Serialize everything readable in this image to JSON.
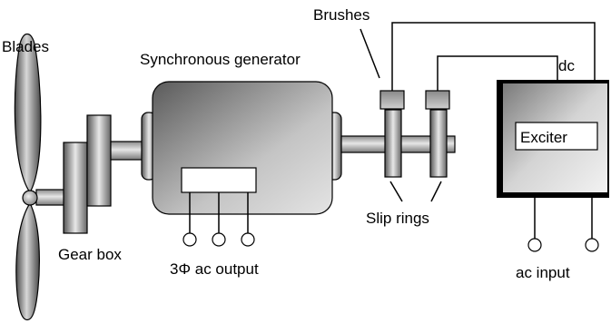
{
  "labels": {
    "blades": "Blades",
    "generator": "Synchronous generator",
    "brushes": "Brushes",
    "dc": "dc",
    "exciter": "Exciter",
    "gear_box": "Gear box",
    "slip_rings": "Slip rings",
    "ac_output": "3Φ ac output",
    "ac_input": "ac input"
  }
}
